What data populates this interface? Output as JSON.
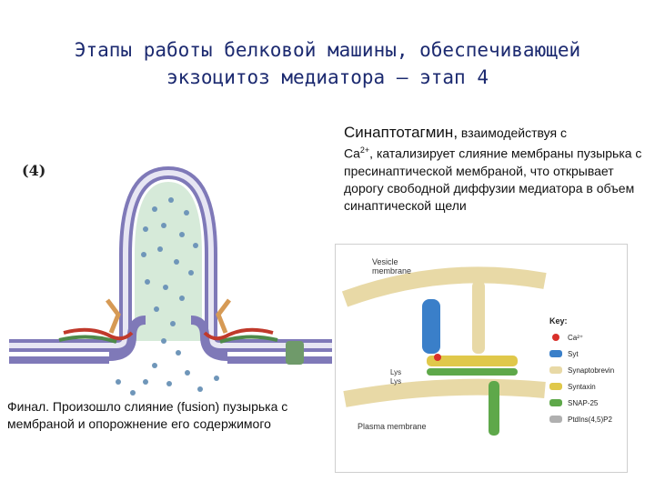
{
  "title": {
    "line1": "Этапы работы белковой машины, обеспечивающей",
    "line2": "экзоцитоз медиатора – этап 4"
  },
  "description": {
    "lead": "Синаптотагмин,",
    "text1": " взаимодействуя с",
    "ca": "Ca",
    "ca_sup": "2+",
    "text2": ", катализирует слияние мембраны пузырька с пресинаптической мембраной, что открывает дорогу свободной диффузии медиатора в объем синаптической щели"
  },
  "left_panel": {
    "stage_label": "(4)"
  },
  "caption": {
    "text": "Финал. Произошло слияние (fusion) пузырька с мембраной и опорожнение его содержимого"
  },
  "right_panel": {
    "vesicle_label_1": "Vesicle",
    "vesicle_label_2": "membrane",
    "plasma_label": "Plasma membrane",
    "key_title": "Key:",
    "key_items": [
      {
        "label": "Ca²⁺",
        "color": "#d9302a"
      },
      {
        "label": "Syt",
        "color": "#3a7fc9"
      },
      {
        "label": "Synaptobrevin",
        "color": "#e8d9a6"
      },
      {
        "label": "Syntaxin",
        "color": "#e0c84a"
      },
      {
        "label": "SNAP-25",
        "color": "#5ea84a"
      },
      {
        "label": "PtdIns(4,5)P2",
        "color": "#b0b0b0"
      }
    ],
    "lys_labels": [
      "Lys",
      "Lys"
    ]
  },
  "colors": {
    "title": "#1c2a70",
    "membrane_outer": "#7f79b8",
    "membrane_inner": "#e7e6f3",
    "vesicle_fill": "#cfe4d8",
    "dot": "#6f96b9",
    "protein_red": "#c0392b",
    "protein_green": "#4e8a4a",
    "protein_orange": "#d69a55"
  }
}
